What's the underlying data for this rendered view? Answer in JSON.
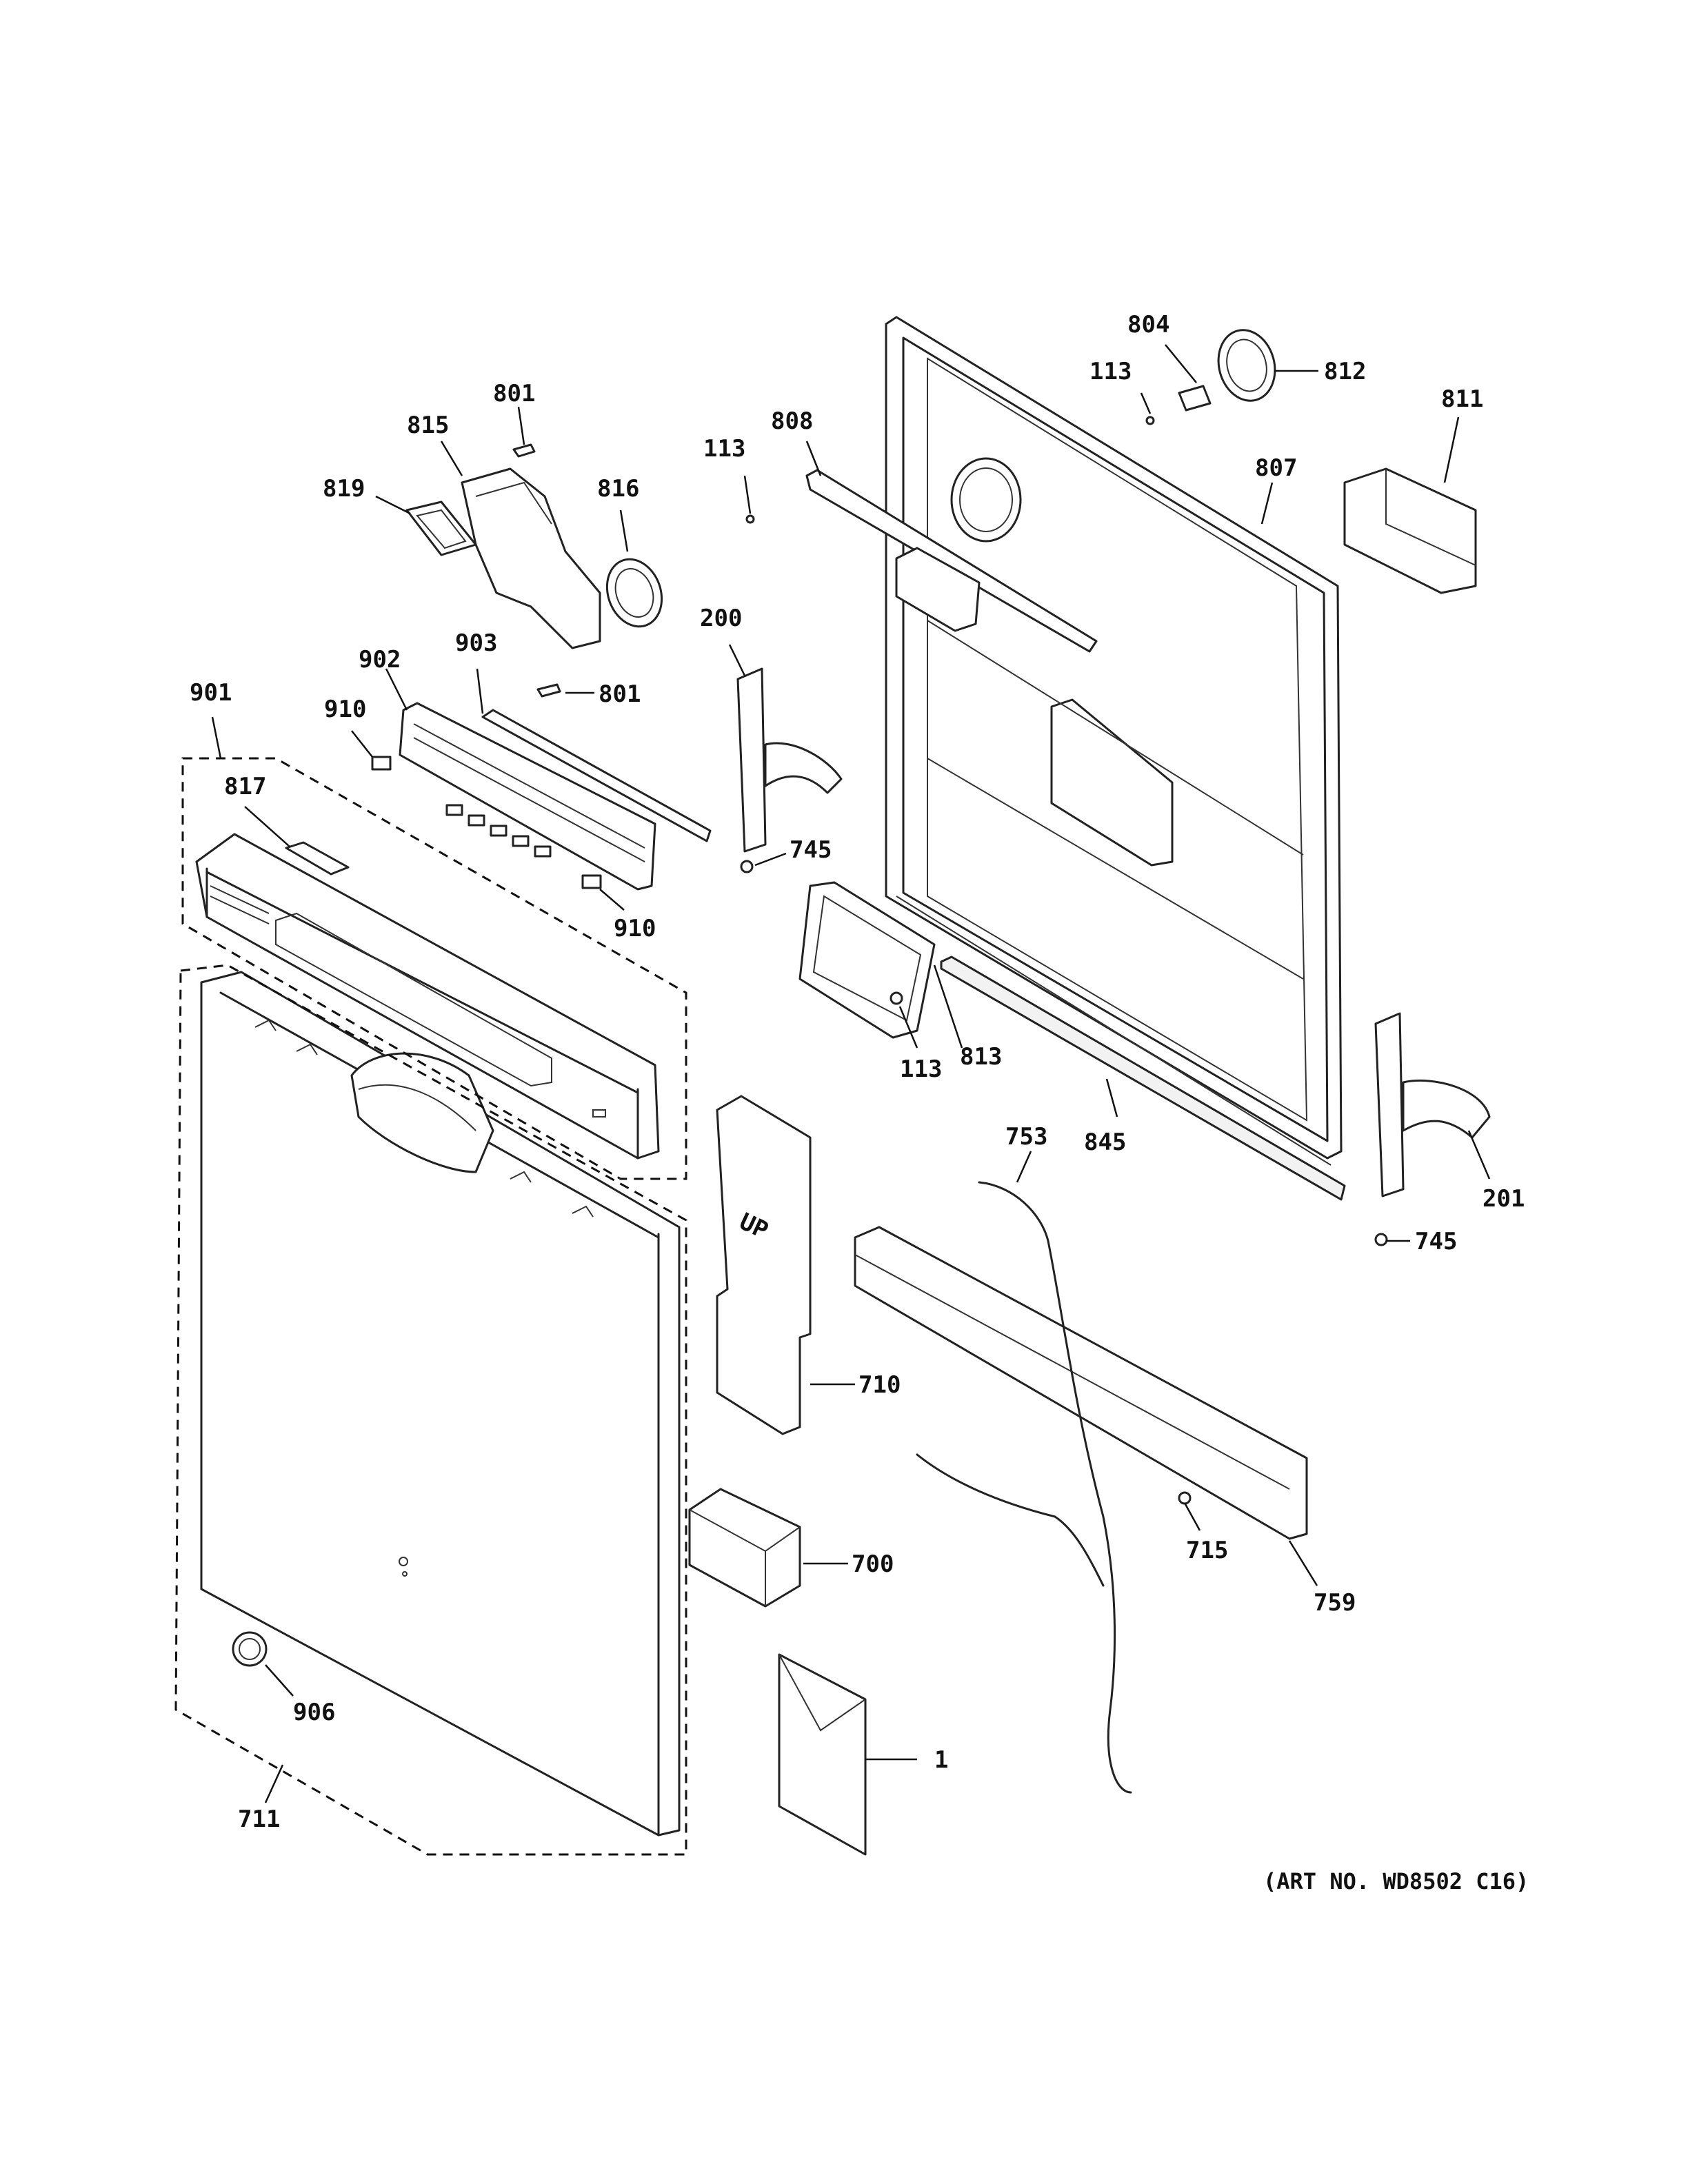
{
  "diagram": {
    "art_number": "(ART NO. WD8502 C16)",
    "callouts": {
      "c804": "804",
      "c812": "812",
      "c113_top": "113",
      "c811": "811",
      "c801_top": "801",
      "c815": "815",
      "c113_mid": "113",
      "c808": "808",
      "c807": "807",
      "c819": "819",
      "c816": "816",
      "c903": "903",
      "c200": "200",
      "c902": "902",
      "c801_mid": "801",
      "c901": "901",
      "c910_top": "910",
      "c817": "817",
      "c745_top": "745",
      "c910_bot": "910",
      "c113_low": "113",
      "c813": "813",
      "c845": "845",
      "c753": "753",
      "c201": "201",
      "c745_bot": "745",
      "c710": "710",
      "c715": "715",
      "c759": "759",
      "c700": "700",
      "c906": "906",
      "c1": "1",
      "c711": "711"
    },
    "panel_text": {
      "up_mark": "UP"
    }
  }
}
